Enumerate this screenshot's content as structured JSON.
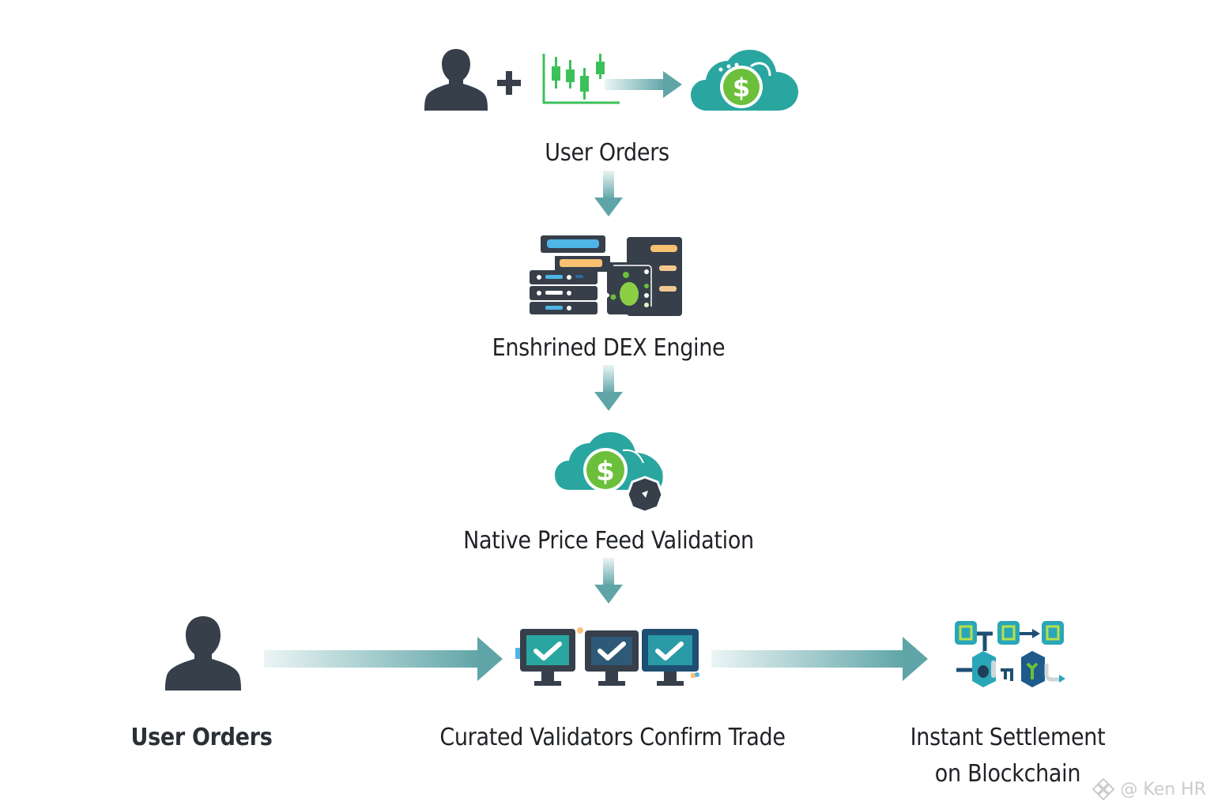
{
  "diagram": {
    "title": "Enshrined DEX order flow",
    "colors": {
      "teal": "#2aa6a0",
      "arrow_teal": "#5fa5a7",
      "dark_slate": "#363f4a",
      "green": "#6cbf3a",
      "candle_green": "#3cc15a",
      "text": "#1f2226"
    },
    "top_flow": {
      "icons": [
        "user-icon",
        "plus-icon",
        "candlestick-chart-icon",
        "arrow-right-icon",
        "cloud-dollar-icon"
      ],
      "label": "User Orders"
    },
    "steps": [
      {
        "id": "dex-engine",
        "icon": "server-engine-icon",
        "label": "Enshrined DEX Engine"
      },
      {
        "id": "price-feed",
        "icon": "cloud-dollar-shield-icon",
        "label": "Native Price Feed Validation"
      }
    ],
    "bottom_flow": [
      {
        "id": "user-orders",
        "icon": "user-icon",
        "label": "User Orders"
      },
      {
        "id": "validators",
        "icon": "monitors-checkmark-icon",
        "label": "Curated Validators Confirm Trade"
      },
      {
        "id": "settlement",
        "icon": "blockchain-blocks-icon",
        "label_line1": "Instant Settlement",
        "label_line2": "on Blockchain"
      }
    ],
    "watermark": "@ Ken HR"
  }
}
